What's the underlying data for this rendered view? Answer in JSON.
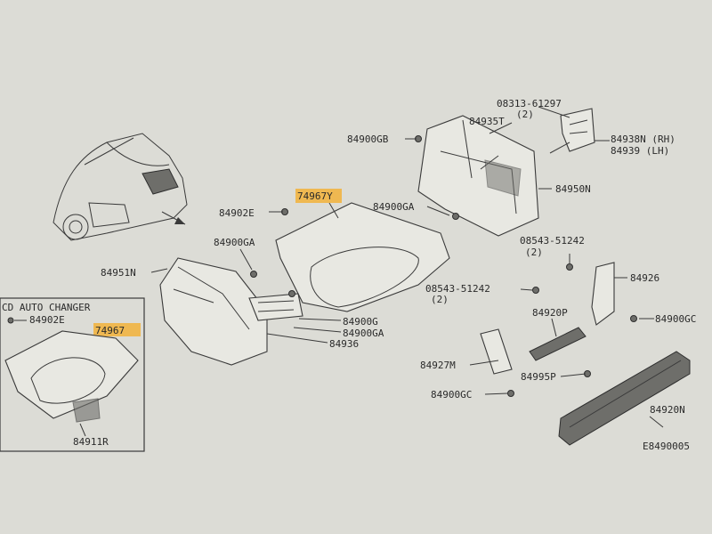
{
  "diagram": {
    "inset_title": "CD AUTO CHANGER",
    "figure_code": "E8490005",
    "callouts": {
      "p84900gb": "84900GB",
      "p84935t": "84935T",
      "p08313": "08313-61297",
      "p08313_qty": "(2)",
      "p84938n": "84938N (RH)",
      "p84939": "84939  (LH)",
      "p84950n": "84950N",
      "p84902e_top": "84902E",
      "p74967y": "74967Y",
      "p84900ga_top": "84900GA",
      "p84900ga_left": "84900GA",
      "p08543_a": "08543-51242",
      "p08543_a_qty": "(2)",
      "p84926": "84926",
      "p84951n": "84951N",
      "p08543_b": "08543-51242",
      "p08543_b_qty": "(2)",
      "p84920p": "84920P",
      "p84900gc_r": "84900GC",
      "p84900g": "84900G",
      "p84900ga_mid": "84900GA",
      "p84936": "84936",
      "p84927m": "84927M",
      "p84995p": "84995P",
      "p84900gc_l": "84900GC",
      "p84920n": "84920N",
      "p84902e_inset": "84902E",
      "p74967": "74967",
      "p84911r": "84911R"
    },
    "highlight_color": "#f2b23a"
  }
}
